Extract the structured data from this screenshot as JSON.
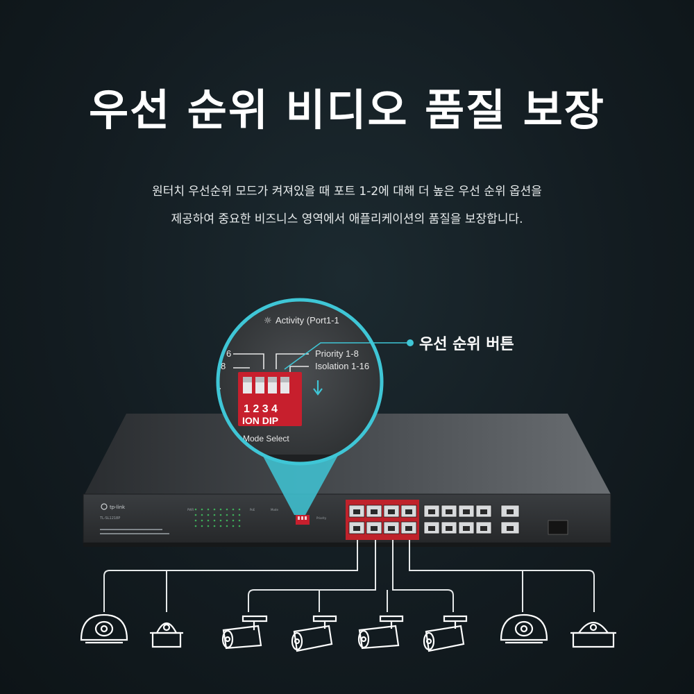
{
  "title": "우선 순위 비디오 품질 보장",
  "description": {
    "line1": "원터치 우선순위 모드가 켜져있을 때 포트 1-2에 대해 더 높은 우선 순위 옵션을",
    "line2": "제공하여 중요한 비즈니스 영역에서 애플리케이션의 품질을 보장합니다."
  },
  "callout": {
    "label": "우선 순위 버튼"
  },
  "zoom": {
    "activity_label": "Activity  (Port1-1",
    "priority_label": "Priority 1-8",
    "isolation_label": "Isolation 1-16",
    "dip_numbers": "1 2 3 4",
    "dip_text": "ION  DIP",
    "mode_select": "Mode Select",
    "left_mark_top": "6",
    "left_mark_mid": "8"
  },
  "switch": {
    "brand": "tp-link",
    "model": "TL-SL1218P"
  },
  "colors": {
    "accent": "#3fc6d6",
    "port_red": "#c0222b",
    "dip_red": "#c71f2d"
  },
  "cameras": [
    "dome-camera-icon",
    "dome-camera-icon",
    "bullet-camera-icon",
    "bullet-camera-icon",
    "bullet-camera-icon",
    "bullet-camera-icon",
    "dome-camera-icon",
    "dome-camera-icon"
  ]
}
